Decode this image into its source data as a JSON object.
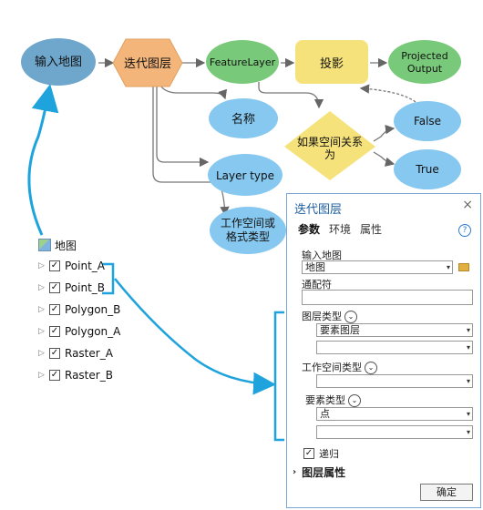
{
  "nodes": {
    "input_map": "输入地图",
    "iterate_layers": "迭代图层",
    "feature_layer": "FeatureLayer",
    "project": "投影",
    "projected_output_line1": "Projected",
    "projected_output_line2": "Output",
    "name": "名称",
    "layer_type": "Layer type",
    "workspace_line1": "工作空间或",
    "workspace_line2": "格式类型",
    "if_spatial_line1": "如果空间关系",
    "if_spatial_line2": "为",
    "false_label": "False",
    "true_label": "True"
  },
  "colors": {
    "input_node": "#6ea6cc",
    "iterator_node": "#f3b57a",
    "data_node": "#79c97a",
    "tool_node": "#f5e27a",
    "param_node": "#86c8ef",
    "condition_node": "#f5e27a",
    "callout": "#1fa3dc"
  },
  "tree": {
    "root": "地图",
    "items": [
      "Point_A",
      "Point_B",
      "Polygon_B",
      "Polygon_A",
      "Raster_A",
      "Raster_B"
    ]
  },
  "panel": {
    "title": "迭代图层",
    "close": "×",
    "tabs": [
      "参数",
      "环境",
      "属性"
    ],
    "help": "?",
    "input_map_label": "输入地图",
    "input_map_value": "地图",
    "wildcard_label": "通配符",
    "layer_type_label": "图层类型",
    "layer_type_value": "要素图层",
    "workspace_type_label": "工作空间类型",
    "feature_type_label": "要素类型",
    "feature_type_value": "点",
    "recursive_label": "递归",
    "layer_props_label": "图层属性",
    "ok_label": "确定",
    "dropdown_caret": "▾",
    "expand_caret": "⌄"
  }
}
